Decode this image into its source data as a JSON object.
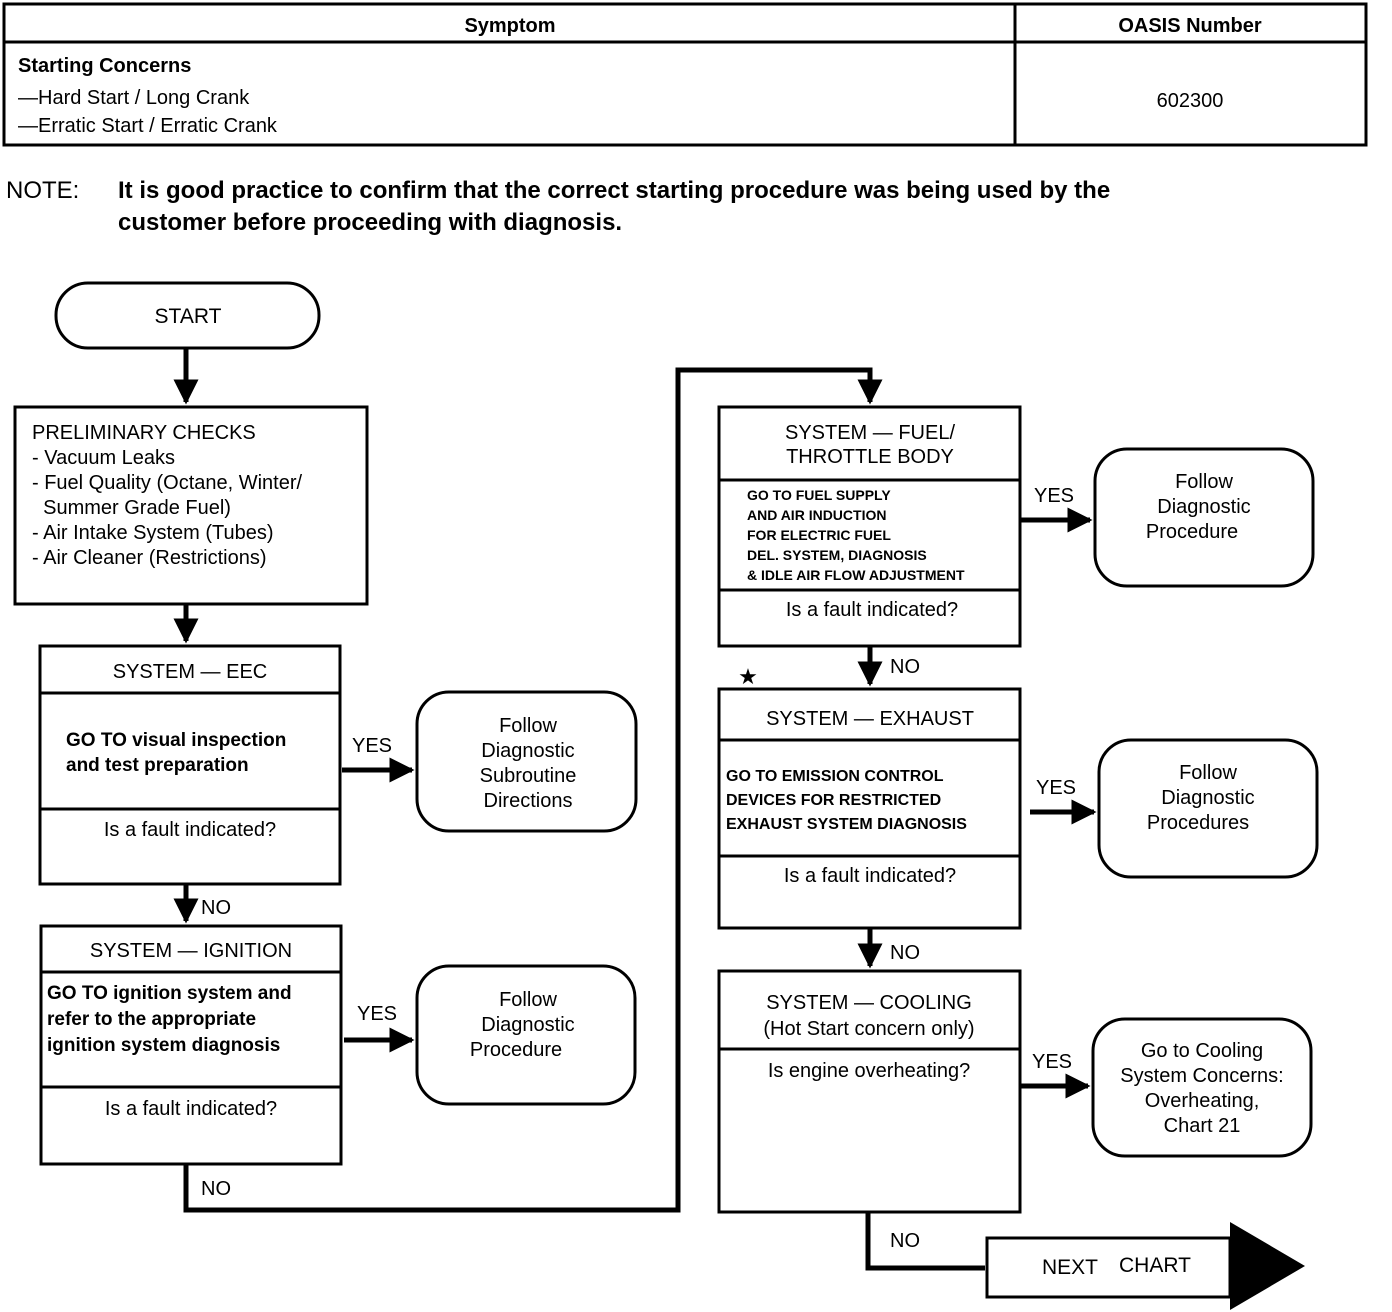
{
  "table": {
    "headers": [
      "Symptom",
      "OASIS Number"
    ],
    "rows": [
      {
        "symptom_title": "Starting Concerns",
        "symptom_lines": [
          "—Hard Start / Long Crank",
          "—Erratic Start / Erratic Crank"
        ],
        "oasis_number": "602300"
      }
    ]
  },
  "note": {
    "label": "NOTE:",
    "lines": [
      "It is good practice to confirm that the correct starting procedure was being used by the",
      "customer before proceeding with diagnosis."
    ]
  },
  "flowchart": {
    "start": "START",
    "preliminary": {
      "title": "PRELIMINARY CHECKS",
      "items": [
        "- Vacuum Leaks",
        "- Fuel Quality (Octane, Winter/",
        "  Summer Grade Fuel)",
        "- Air Intake System (Tubes)",
        "- Air Cleaner (Restrictions)"
      ]
    },
    "eec": {
      "title": "SYSTEM — EEC",
      "body": [
        "GO TO visual inspection",
        "and test preparation"
      ],
      "question": "Is a fault indicated?",
      "yes_result": [
        "Follow",
        "Diagnostic",
        "Subroutine",
        "Directions"
      ]
    },
    "ignition": {
      "title": "SYSTEM — IGNITION",
      "body": [
        "GO TO ignition system and",
        "refer to the appropriate",
        "ignition system diagnosis"
      ],
      "question": "Is a fault indicated?",
      "yes_result": [
        "Follow",
        "Diagnostic",
        "Procedure"
      ]
    },
    "fuel": {
      "title": [
        "SYSTEM — FUEL/",
        "THROTTLE BODY"
      ],
      "body": [
        "GO TO FUEL SUPPLY",
        "AND AIR INDUCTION",
        "FOR ELECTRIC FUEL",
        "DEL. SYSTEM, DIAGNOSIS",
        "& IDLE AIR FLOW ADJUSTMENT"
      ],
      "question": "Is a fault indicated?",
      "yes_result": [
        "Follow",
        "Diagnostic",
        "Procedure"
      ]
    },
    "exhaust": {
      "marker": "★",
      "title": "SYSTEM — EXHAUST",
      "body": [
        "GO TO EMISSION CONTROL",
        "DEVICES FOR RESTRICTED",
        "EXHAUST SYSTEM DIAGNOSIS"
      ],
      "question": "Is a fault indicated?",
      "yes_result": [
        "Follow",
        "Diagnostic",
        "Procedures"
      ]
    },
    "cooling": {
      "title": [
        "SYSTEM — COOLING",
        "(Hot Start concern only)"
      ],
      "question": "Is engine overheating?",
      "yes_result": [
        "Go to Cooling",
        "System Concerns:",
        "Overheating,",
        "Chart 21"
      ]
    },
    "labels": {
      "yes": "YES",
      "no": "NO"
    },
    "next_chart": [
      "NEXT",
      "CHART"
    ]
  }
}
